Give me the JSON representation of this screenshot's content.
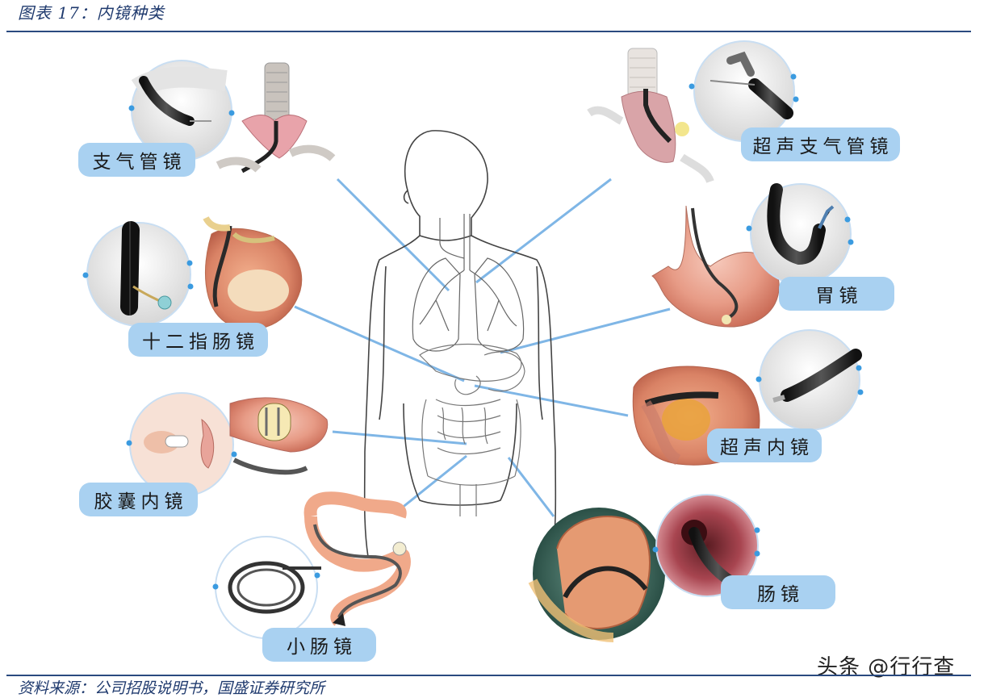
{
  "header": {
    "title": "图表 17：内镜种类"
  },
  "footer": {
    "source": "资料来源：公司招股说明书，国盛证券研究所"
  },
  "watermark": "头条 @行行查",
  "endoscopes": [
    {
      "id": "bronchoscope",
      "label": "支气管镜"
    },
    {
      "id": "ebus",
      "label": "超声支气管镜"
    },
    {
      "id": "gastroscope",
      "label": "胃镜"
    },
    {
      "id": "duodenoscope",
      "label": "十二指肠镜"
    },
    {
      "id": "eus",
      "label": "超声内镜"
    },
    {
      "id": "capsule",
      "label": "胶囊内镜"
    },
    {
      "id": "enteroscope",
      "label": "小肠镜"
    },
    {
      "id": "colonoscope",
      "label": "肠镜"
    }
  ],
  "colors": {
    "accent_line": "#7fb6e6",
    "label_bg": "#a9d1f1",
    "rule": "#2a4a7f",
    "title_text": "#1f3a6e",
    "circle_border": "#c9def2",
    "dot": "#3b9be0"
  }
}
